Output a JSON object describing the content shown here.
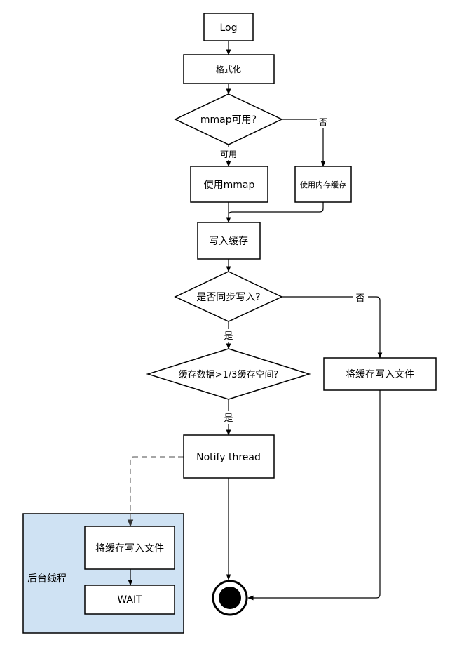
{
  "nodes": {
    "log": "Log",
    "format": "格式化",
    "mmap_q": "mmap可用?",
    "use_mmap": "使用mmap",
    "use_mem": "使用内存缓存",
    "write_cache": "写入缓存",
    "sync_q": "是否同步写入?",
    "write_file": "将缓存写入文件",
    "ratio_q": "缓存数据>1/3缓存空间?",
    "notify": "Notify thread",
    "bg_write": "将缓存写入文件",
    "wait": "WAIT"
  },
  "edges": {
    "mmap_yes": "可用",
    "mmap_no": "否",
    "sync_yes": "是",
    "sync_no": "否",
    "ratio_yes": "是"
  },
  "group": {
    "label": "后台线程"
  },
  "colors": {
    "group_fill": "#cfe2f3",
    "stroke": "#000000",
    "dashed": "#888888"
  }
}
